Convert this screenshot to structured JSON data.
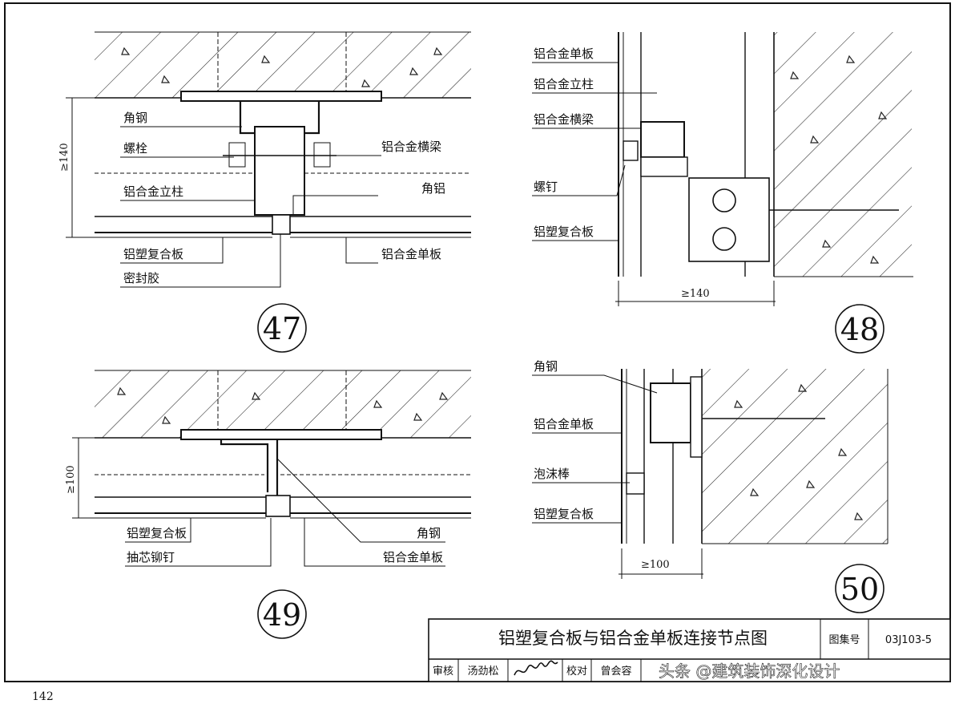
{
  "details": {
    "d47": {
      "number": "47",
      "labels": {
        "angle_steel": "角钢",
        "bolt": "螺栓",
        "transom": "铝合金横梁",
        "mullion": "铝合金立柱",
        "angle_alu": "角铝",
        "acp": "铝塑复合板",
        "alu_panel": "铝合金单板",
        "sealant": "密封胶"
      },
      "dimension": "≥140"
    },
    "d48": {
      "number": "48",
      "labels": {
        "alu_panel": "铝合金单板",
        "mullion": "铝合金立柱",
        "transom": "铝合金横梁",
        "screw": "螺钉",
        "acp": "铝塑复合板"
      },
      "dimension": "≥140"
    },
    "d49": {
      "number": "49",
      "labels": {
        "acp": "铝塑复合板",
        "rivet": "抽芯铆钉",
        "angle_steel": "角钢",
        "alu_panel": "铝合金单板"
      },
      "dimension": "≥100"
    },
    "d50": {
      "number": "50",
      "labels": {
        "angle_steel": "角钢",
        "alu_panel": "铝合金单板",
        "foam_rod": "泡沫棒",
        "acp": "铝塑复合板"
      },
      "dimension": "≥100"
    }
  },
  "title_block": {
    "title": "铝塑复合板与铝合金单板连接节点图",
    "atlas_label": "图集号",
    "atlas_no": "03J103-5",
    "review_label": "审核",
    "reviewer": "汤劲松",
    "check_label": "校对",
    "checker": "曾会容"
  },
  "page_number": "142",
  "watermark": "头条 @建筑装饰深化设计"
}
